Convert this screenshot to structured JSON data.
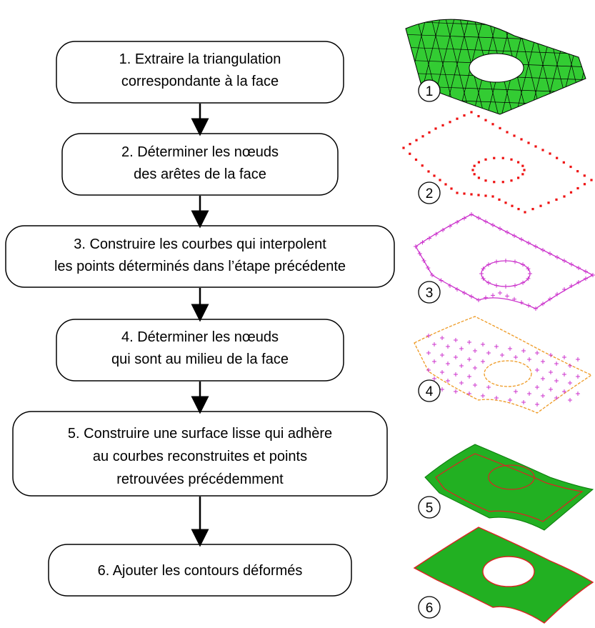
{
  "steps": [
    {
      "lines": [
        "1. Extraire la triangulation",
        "correspondante à la face"
      ]
    },
    {
      "lines": [
        "2. Déterminer les nœuds",
        "des arêtes de la face"
      ]
    },
    {
      "lines": [
        "3. Construire les courbes qui interpolent",
        "les points déterminés dans l’étape précédente"
      ]
    },
    {
      "lines": [
        "4. Déterminer les nœuds",
        "qui sont au milieu de la face"
      ]
    },
    {
      "lines": [
        "5. Construire une surface lisse qui adhère",
        "au courbes reconstruites et points",
        "retrouvées précédemment"
      ]
    },
    {
      "lines": [
        "6. Ajouter les contours déformés"
      ]
    }
  ],
  "badges": [
    "1",
    "2",
    "3",
    "4",
    "5",
    "6"
  ],
  "colors": {
    "mesh_green": "#33cc33",
    "surface_green": "#22b022",
    "node_red": "#ee1111",
    "curve_magenta": "#cc33cc",
    "edge_orange": "#ee9922",
    "contour_red": "#dd2222"
  }
}
